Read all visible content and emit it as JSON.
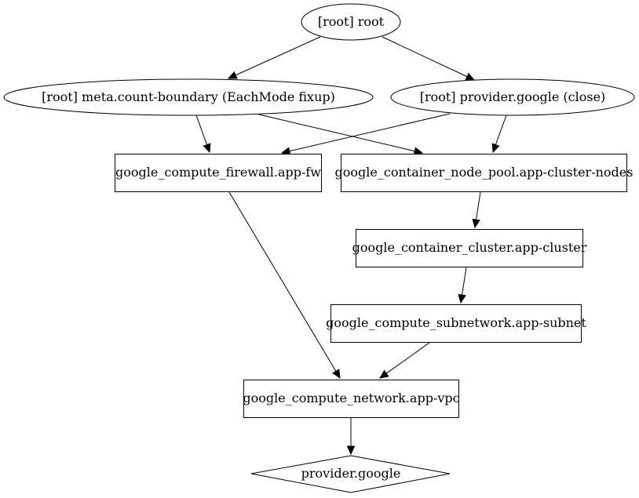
{
  "graph": {
    "nodes": [
      {
        "id": "root",
        "label": "[root] root",
        "shape": "ellipse"
      },
      {
        "id": "meta",
        "label": "[root] meta.count-boundary (EachMode fixup)",
        "shape": "ellipse"
      },
      {
        "id": "close",
        "label": "[root] provider.google (close)",
        "shape": "ellipse"
      },
      {
        "id": "fw",
        "label": "google_compute_firewall.app-fw",
        "shape": "box"
      },
      {
        "id": "pool",
        "label": "google_container_node_pool.app-cluster-nodes",
        "shape": "box"
      },
      {
        "id": "cluster",
        "label": "google_container_cluster.app-cluster",
        "shape": "box"
      },
      {
        "id": "subnet",
        "label": "google_compute_subnetwork.app-subnet",
        "shape": "box"
      },
      {
        "id": "vpc",
        "label": "google_compute_network.app-vpc",
        "shape": "box"
      },
      {
        "id": "provider",
        "label": "provider.google",
        "shape": "diamond"
      }
    ],
    "edges": [
      {
        "from": "root",
        "to": "meta"
      },
      {
        "from": "root",
        "to": "close"
      },
      {
        "from": "meta",
        "to": "fw"
      },
      {
        "from": "meta",
        "to": "pool"
      },
      {
        "from": "close",
        "to": "fw"
      },
      {
        "from": "close",
        "to": "pool"
      },
      {
        "from": "pool",
        "to": "cluster"
      },
      {
        "from": "fw",
        "to": "vpc"
      },
      {
        "from": "cluster",
        "to": "subnet"
      },
      {
        "from": "subnet",
        "to": "vpc"
      },
      {
        "from": "vpc",
        "to": "provider"
      }
    ]
  }
}
